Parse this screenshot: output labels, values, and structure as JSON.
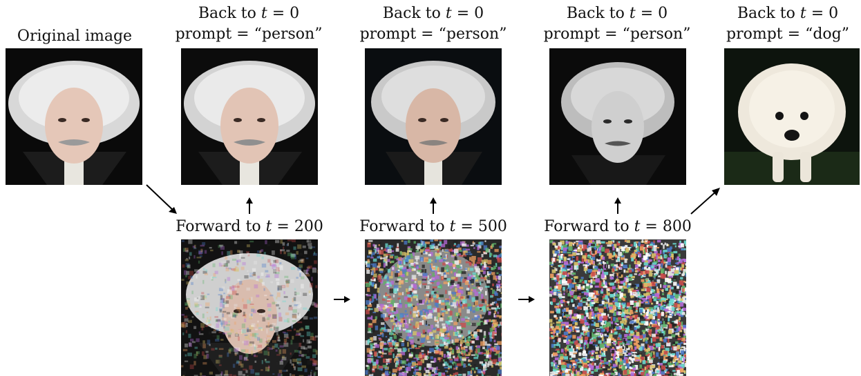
{
  "labels": {
    "original": "Original image",
    "back_prefix": "Back to ",
    "t_var": "t",
    "eq_zero": " = 0",
    "prompt_prefix": "prompt = “",
    "prompt_suffix": "”",
    "prompt_person": "person",
    "prompt_dog": "dog",
    "forward_prefix": "Forward to ",
    "t200": " = 200",
    "t500": " = 500",
    "t800": " = 800"
  },
  "images": [
    {
      "id": "original",
      "depicts": "portrait of elderly man with wild white hair and mustache"
    },
    {
      "id": "back200",
      "depicts": "reconstructed portrait, prompt person"
    },
    {
      "id": "back500",
      "depicts": "reconstructed portrait, prompt person"
    },
    {
      "id": "back800",
      "depicts": "reconstructed grayscale portrait, prompt person"
    },
    {
      "id": "back_dog",
      "depicts": "white fluffy puppy"
    },
    {
      "id": "fwd200",
      "depicts": "lightly noised portrait"
    },
    {
      "id": "fwd500",
      "depicts": "heavily noised portrait"
    },
    {
      "id": "fwd800",
      "depicts": "nearly pure noise"
    }
  ]
}
